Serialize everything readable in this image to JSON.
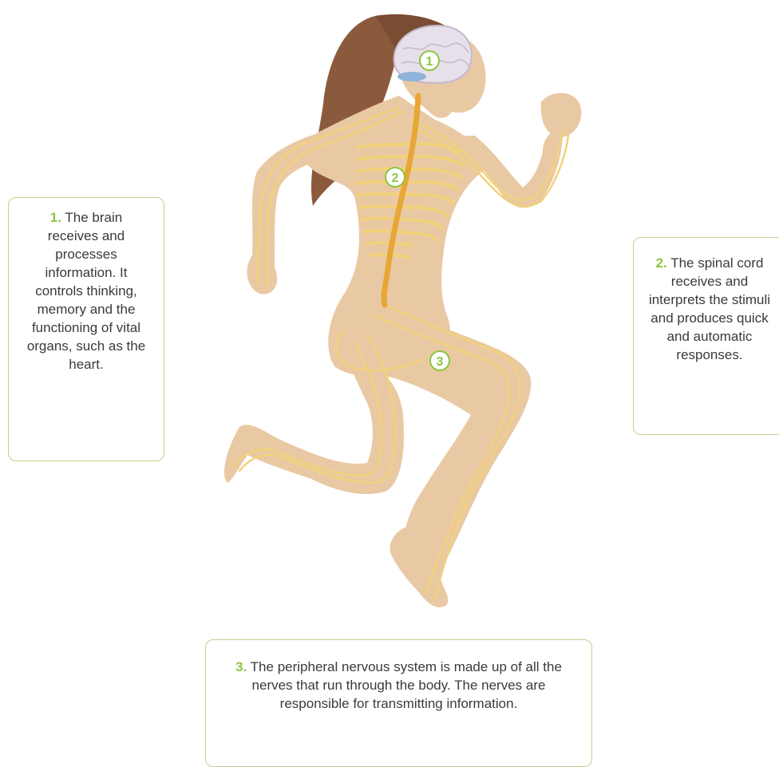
{
  "colors": {
    "accent_green": "#8cc63f",
    "callout_border": "#b9d48f",
    "skin": "#e9c9a3",
    "nerves": "#f2d27a",
    "spinal_cord": "#e8a636",
    "brain": "#e7e0ea",
    "hair": "#8b5a3c"
  },
  "markers": [
    {
      "label": "1"
    },
    {
      "label": "2"
    },
    {
      "label": "3"
    }
  ],
  "callouts": {
    "brain": {
      "number": "1.",
      "text": "The brain receives and processes information. It controls thinking, memory and the functioning of vital organs, such as the heart."
    },
    "spinal": {
      "number": "2.",
      "text": "The spinal cord receives and interprets the stimuli and produces quick and automatic responses."
    },
    "peripheral": {
      "number": "3.",
      "text": "The peripheral nervous system is made up of all the nerves that run through the body. The nerves are responsible for transmitting information."
    }
  }
}
